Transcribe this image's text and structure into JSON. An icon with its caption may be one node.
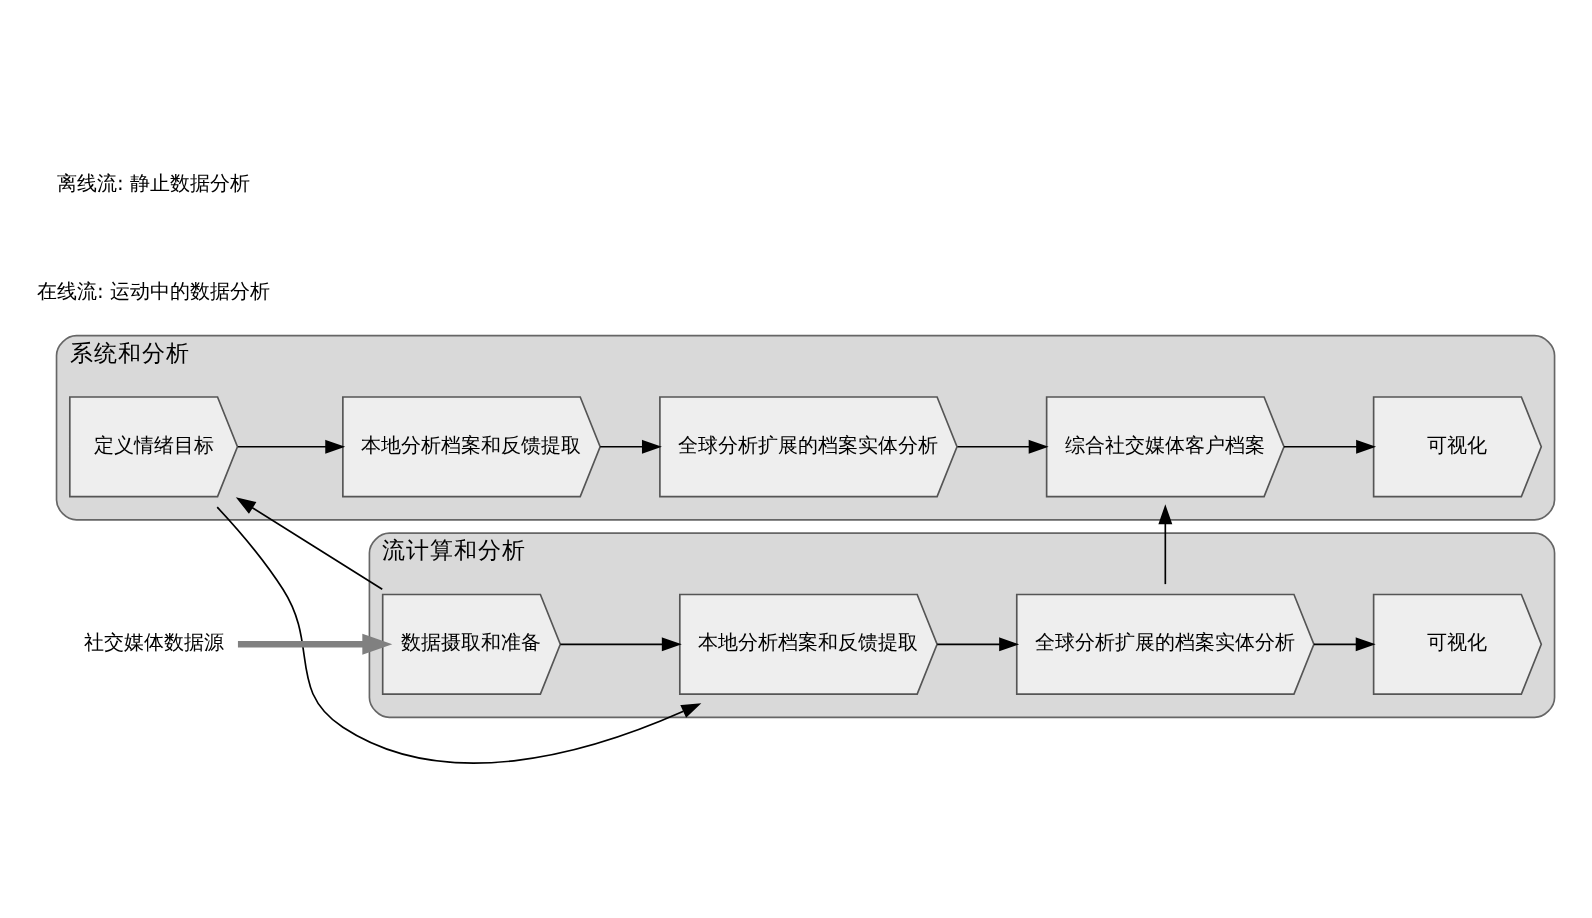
{
  "diagram": {
    "nodes": [
      {
        "text": [
          "流计算和分析"
        ]
      },
      {
        "text": [
          "数据摄取和准备"
        ],
        "in": 0
      },
      {
        "text": [
          "本地分析档案和反馈提取"
        ],
        "in": 0
      },
      {
        "text": [
          "全球分析扩展的档案实体分析"
        ],
        "in": 0
      },
      {
        "text": [
          "可视化"
        ],
        "in": 0
      },
      {
        "text": [
          "系统和分析"
        ]
      },
      {
        "text": [
          "定义情绪目标"
        ],
        "in": 5
      },
      {
        "text": [
          "本地分析档案和反馈提取"
        ],
        "in": 5
      },
      {
        "text": [
          "全球分析扩展的档案实体分析"
        ],
        "in": 5
      },
      {
        "text": [
          "综合社交媒体客户档案"
        ],
        "in": 5
      },
      {
        "text": [
          "可视化"
        ],
        "in": 5
      },
      {
        "text": [
          "社交媒体数据源"
        ]
      }
    ],
    "edges": [
      {
        "from": 11,
        "to": 1,
        "arrow": "to",
        "style": "thick",
        "color": "#808080"
      },
      {
        "from": 1,
        "to": 2,
        "arrow": "to"
      },
      {
        "from": 2,
        "to": 3,
        "arrow": "to"
      },
      {
        "from": 3,
        "to": 4,
        "arrow": "to"
      },
      {
        "from": 6,
        "to": 7,
        "arrow": "to"
      },
      {
        "from": 7,
        "to": 8,
        "arrow": "to"
      },
      {
        "from": 8,
        "to": 9,
        "arrow": "to"
      },
      {
        "from": 9,
        "to": 10,
        "arrow": "to"
      },
      {
        "from": 1,
        "to": 6,
        "arrow": "to"
      },
      {
        "from": 6,
        "to": 2,
        "arrow": "to"
      },
      {
        "from": 3,
        "to": 9,
        "arrow": "to"
      }
    ],
    "labels": [
      "在线流: 运动中的数据分析",
      "离线流: 静止数据分析"
    ]
  }
}
